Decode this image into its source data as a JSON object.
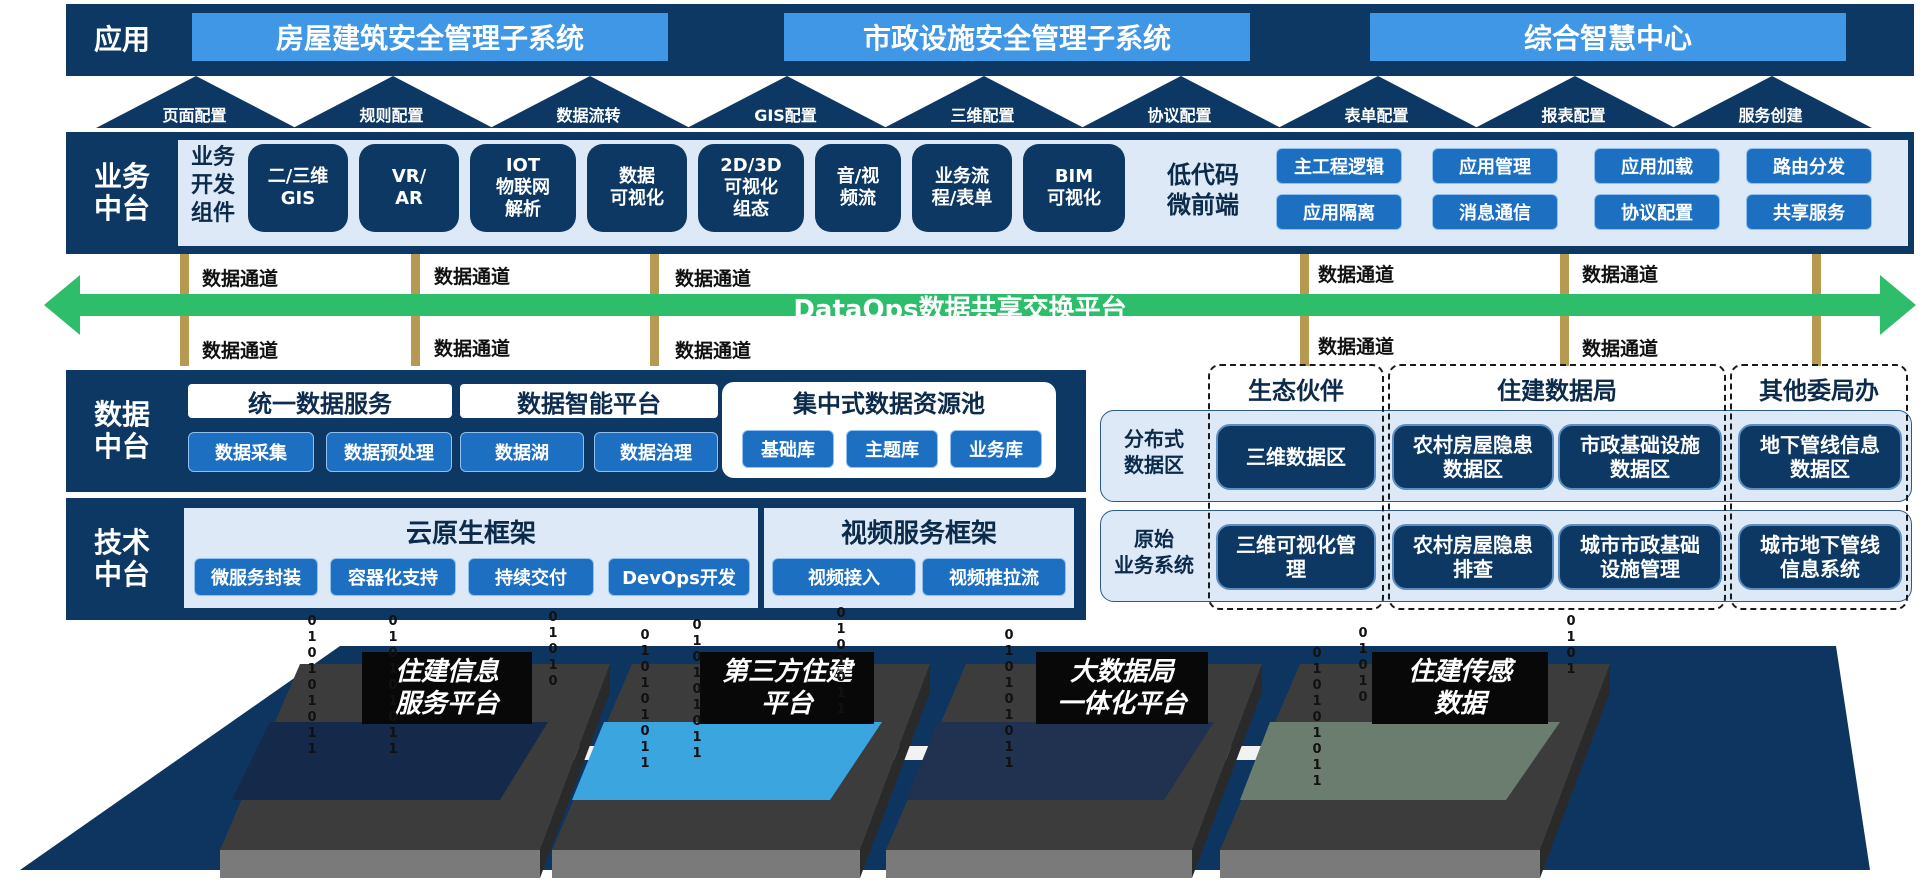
{
  "app_layer": {
    "label": "应用",
    "items": [
      "房屋建筑安全管理子系统",
      "市政设施安全管理子系统",
      "综合智慧中心"
    ]
  },
  "config_items": [
    "页面配置",
    "规则配置",
    "数据流转",
    "GIS配置",
    "三维配置",
    "协议配置",
    "表单配置",
    "报表配置",
    "服务创建"
  ],
  "business": {
    "label": "业务\n中台",
    "dev_label": "业务\n开发\n组件",
    "components": [
      "二/三维\nGIS",
      "VR/\nAR",
      "IOT\n物联网\n解析",
      "数据\n可视化",
      "2D/3D\n可视化\n组态",
      "音/视\n频流",
      "业务流\n程/表单",
      "BIM\n可视化"
    ],
    "lowcode_label": "低代码\n微前端",
    "lowcode_modules": [
      "主工程逻辑",
      "应用管理",
      "应用加载",
      "路由分发",
      "应用隔离",
      "消息通信",
      "协议配置",
      "共享服务"
    ]
  },
  "channel_label": "数据通道",
  "dataops_label": "DataOps数据共享交换平台",
  "data_layer": {
    "label": "数据\n中台",
    "unified": {
      "title": "统一数据服务",
      "items": [
        "数据采集",
        "数据预处理"
      ]
    },
    "intelligent": {
      "title": "数据智能平台",
      "items": [
        "数据湖",
        "数据治理"
      ]
    },
    "pool": {
      "title": "集中式数据资源池",
      "items": [
        "基础库",
        "主题库",
        "业务库"
      ]
    }
  },
  "tech_layer": {
    "label": "技术\n中台",
    "cloud": {
      "title": "云原生框架",
      "items": [
        "微服务封装",
        "容器化支持",
        "持续交付",
        "DevOps开发"
      ]
    },
    "video": {
      "title": "视频服务框架",
      "items": [
        "视频接入",
        "视频推拉流"
      ]
    }
  },
  "partners": {
    "columns": [
      "生态伙伴",
      "住建数据局",
      "其他委局办"
    ],
    "rows": [
      "分布式\n数据区",
      "原始\n业务系统"
    ],
    "distributed": [
      "三维数据区",
      "农村房屋隐患\n数据区",
      "市政基础设施\n数据区",
      "地下管线信息\n数据区"
    ],
    "original": [
      "三维可视化管\n理",
      "农村房屋隐患\n排查",
      "城市市政基础\n设施管理",
      "城市地下管线\n信息系统"
    ]
  },
  "platforms": [
    "住建信息\n服务平台",
    "第三方住建\n平台",
    "大数据局\n一体化平台",
    "住建传感\n数据"
  ],
  "binary_strings": [
    "0\n1\n0\n1\n0\n1\n0\n1\n1",
    "0\n1\n0\n1\n0\n1\n0\n1\n1",
    "0\n1\n0\n1\n0",
    "0\n1\n0\n1\n0\n1\n0\n1\n1",
    "0\n1\n0\n1\n0\n1\n0\n1\n1",
    "0\n1\n0\n1\n0\n1\n1",
    "0\n1\n0\n1\n0\n1\n0\n1\n1",
    "0\n1\n0\n1\n0\n1\n0\n1\n1",
    "0\n1\n0\n1\n0",
    "0\n1\n0\n1"
  ],
  "colors": {
    "navy": "#0c3863",
    "accent_blue": "#3f97e6",
    "green_arrow": "#2ebd6b",
    "pillar": "#b79a52"
  }
}
